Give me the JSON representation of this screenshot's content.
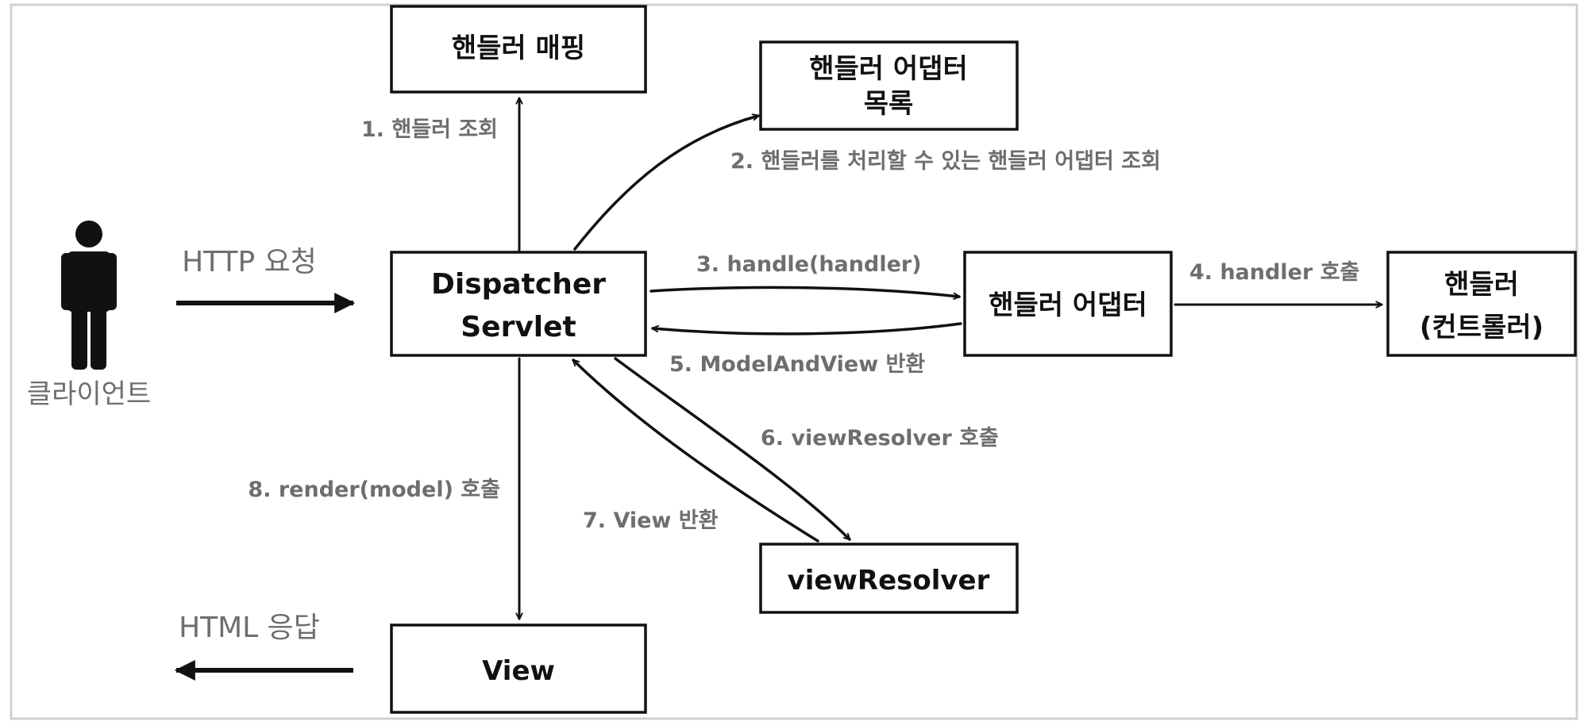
{
  "colors": {
    "stroke": "#111111",
    "step_label": "#6e6e6e",
    "frame": "#d0d0d0",
    "background": "#ffffff"
  },
  "boxes": {
    "handler_mapping": [
      "핸들러 매핑"
    ],
    "handler_adapter_list": [
      "핸들러 어댑터",
      "목록"
    ],
    "dispatcher_servlet": [
      "Dispatcher",
      "Servlet"
    ],
    "handler_adapter": [
      "핸들러 어댑터"
    ],
    "handler": [
      "핸들러",
      "(컨트롤러)"
    ],
    "view_resolver": [
      "viewResolver"
    ],
    "view": [
      "View"
    ]
  },
  "client": {
    "label": "클라이언트",
    "icon": "person-icon"
  },
  "flows": {
    "request": "HTTP 요청",
    "response": "HTML 응답"
  },
  "steps": {
    "s1": "1. 핸들러 조회",
    "s2": "2. 핸들러를 처리할 수 있는 핸들러 어댑터 조회",
    "s3": "3. handle(handler)",
    "s4": "4. handler 호출",
    "s5": "5. ModelAndView 반환",
    "s6": "6. viewResolver 호출",
    "s7": "7. View 반환",
    "s8": "8. render(model) 호출"
  }
}
